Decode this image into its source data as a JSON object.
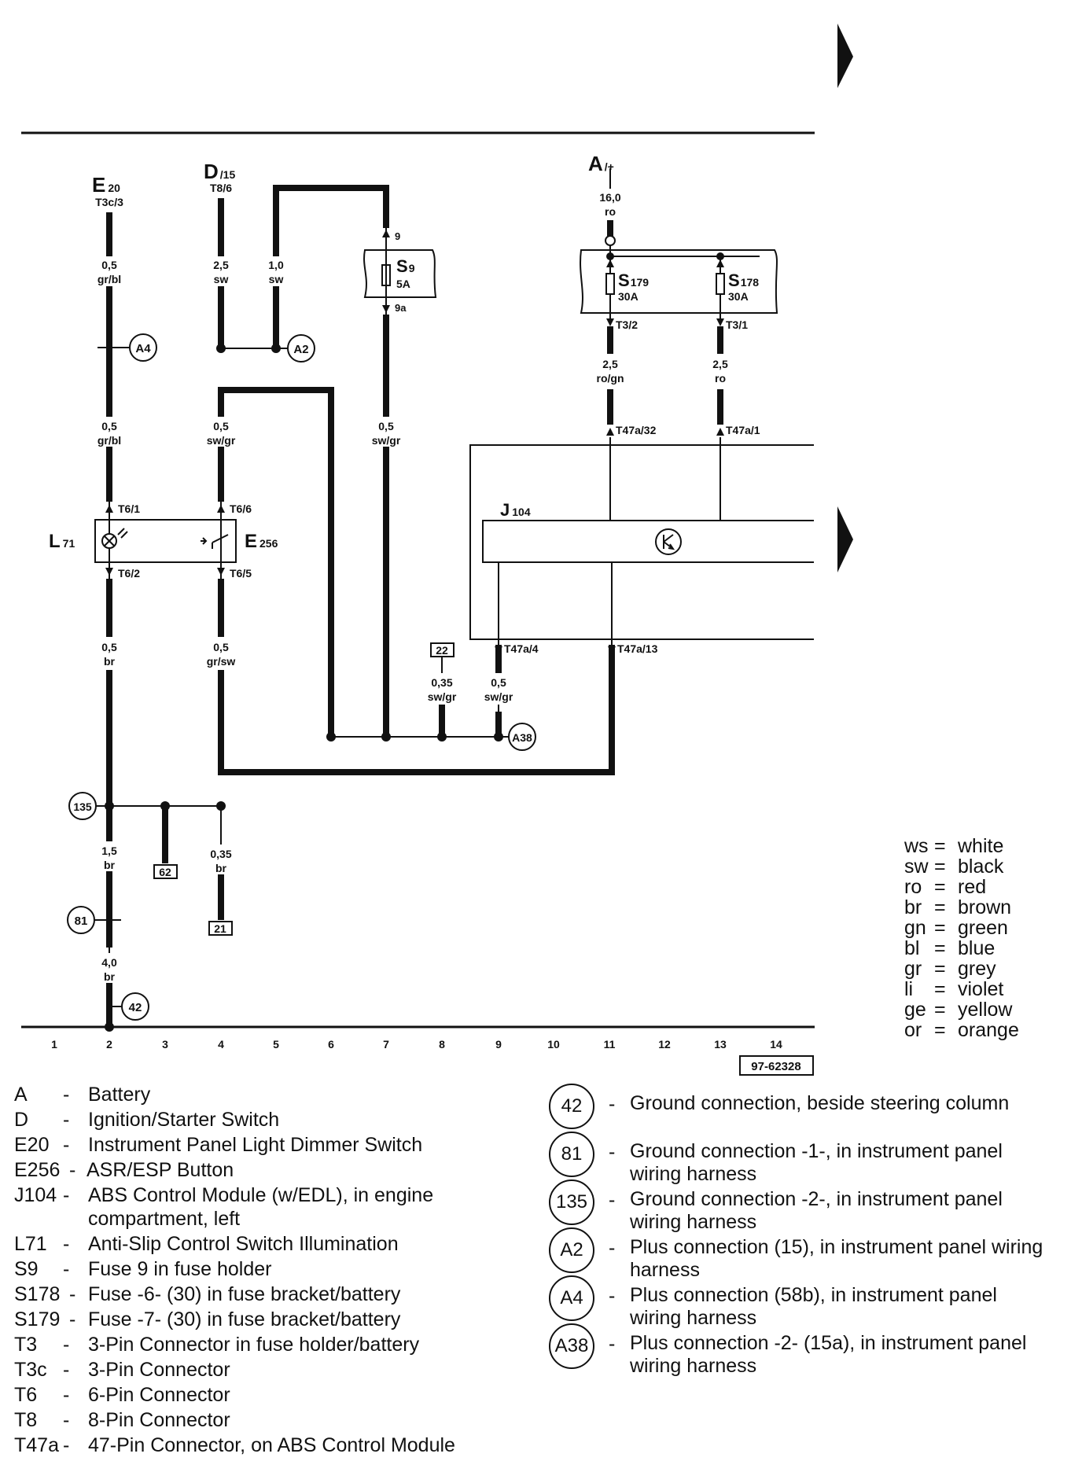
{
  "diagram": {
    "components": {
      "E20": {
        "main": "E",
        "sub": "20",
        "pin": "T3c/3"
      },
      "D": {
        "main": "D",
        "sub": "/15",
        "pin": "T8/6"
      },
      "A": {
        "main": "A",
        "sub": "/+"
      },
      "S9": {
        "main": "S",
        "sub": "9",
        "rating": "5A",
        "pin_in": "9",
        "pin_out": "9a"
      },
      "S179": {
        "main": "S",
        "sub": "179",
        "rating": "30A"
      },
      "S178": {
        "main": "S",
        "sub": "178",
        "rating": "30A"
      },
      "J104": {
        "main": "J",
        "sub": "104"
      },
      "L71": {
        "main": "L",
        "sub": "71"
      },
      "E256": {
        "main": "E",
        "sub": "256"
      }
    },
    "wires": [
      {
        "id": "w1",
        "size": "0,5",
        "color": "gr/bl"
      },
      {
        "id": "w2",
        "size": "2,5",
        "color": "sw"
      },
      {
        "id": "w3",
        "size": "1,0",
        "color": "sw"
      },
      {
        "id": "w4",
        "size": "16,0",
        "color": "ro"
      },
      {
        "id": "w5",
        "size": "0,5",
        "color": "gr/bl"
      },
      {
        "id": "w6",
        "size": "0,5",
        "color": "sw/gr"
      },
      {
        "id": "w7",
        "size": "0,5",
        "color": "sw/gr"
      },
      {
        "id": "w8",
        "size": "2,5",
        "color": "ro/gn"
      },
      {
        "id": "w9",
        "size": "2,5",
        "color": "ro"
      },
      {
        "id": "w10",
        "size": "0,5",
        "color": "br"
      },
      {
        "id": "w11",
        "size": "0,5",
        "color": "gr/sw"
      },
      {
        "id": "w12",
        "size": "0,35",
        "color": "sw/gr"
      },
      {
        "id": "w13",
        "size": "0,5",
        "color": "sw/gr"
      },
      {
        "id": "w14",
        "size": "1,5",
        "color": "br"
      },
      {
        "id": "w15",
        "size": "0,35",
        "color": "br"
      },
      {
        "id": "w16",
        "size": "4,0",
        "color": "br"
      }
    ],
    "pins": {
      "t3_2": "T3/2",
      "t3_1": "T3/1",
      "t47a_32": "T47a/32",
      "t47a_1": "T47a/1",
      "t6_1": "T6/1",
      "t6_6": "T6/6",
      "t6_2": "T6/2",
      "t6_5": "T6/5",
      "t47a_4": "T47a/4",
      "t47a_13": "T47a/13"
    },
    "connections": {
      "a4": "A4",
      "a2": "A2",
      "a38": "A38",
      "g135": "135",
      "g81": "81",
      "g42": "42"
    },
    "refs": {
      "r22": "22",
      "r62": "62",
      "r21": "21"
    },
    "tracks": [
      "1",
      "2",
      "3",
      "4",
      "5",
      "6",
      "7",
      "8",
      "9",
      "10",
      "11",
      "12",
      "13",
      "14"
    ],
    "figure_id": "97-62328"
  },
  "color_key": [
    {
      "code": "ws",
      "name": "white"
    },
    {
      "code": "sw",
      "name": "black"
    },
    {
      "code": "ro",
      "name": "red"
    },
    {
      "code": "br",
      "name": "brown"
    },
    {
      "code": "gn",
      "name": "green"
    },
    {
      "code": "bl",
      "name": "blue"
    },
    {
      "code": "gr",
      "name": "grey"
    },
    {
      "code": "li",
      "name": "violet"
    },
    {
      "code": "ge",
      "name": "yellow"
    },
    {
      "code": "or",
      "name": "orange"
    }
  ],
  "legend": [
    {
      "code": "A",
      "desc": "Battery"
    },
    {
      "code": "D",
      "desc": "Ignition/Starter Switch"
    },
    {
      "code": "E20",
      "desc": "Instrument Panel Light Dimmer Switch"
    },
    {
      "code": "E256",
      "desc": "ASR/ESP Button"
    },
    {
      "code": "J104",
      "desc": "ABS Control Module (w/EDL), in engine",
      "desc2": "compartment, left"
    },
    {
      "code": "L71",
      "desc": "Anti-Slip Control Switch Illumination"
    },
    {
      "code": "S9",
      "desc": "Fuse 9 in fuse holder"
    },
    {
      "code": "S178",
      "desc": "Fuse -6- (30) in fuse bracket/battery"
    },
    {
      "code": "S179",
      "desc": "Fuse -7- (30) in fuse bracket/battery"
    },
    {
      "code": "T3",
      "desc": "3-Pin Connector in fuse holder/battery"
    },
    {
      "code": "T3c",
      "desc": "3-Pin Connector"
    },
    {
      "code": "T6",
      "desc": "6-Pin Connector"
    },
    {
      "code": "T8",
      "desc": "8-Pin Connector"
    },
    {
      "code": "T47a",
      "desc": "47-Pin Connector, on ABS Control Module"
    }
  ],
  "ground_legend": [
    {
      "code": "42",
      "desc": "Ground connection, beside steering column",
      "desc2": ""
    },
    {
      "code": "81",
      "desc": "Ground connection -1-, in instrument panel",
      "desc2": "wiring harness"
    },
    {
      "code": "135",
      "desc": "Ground connection -2-, in instrument panel",
      "desc2": "wiring harness"
    },
    {
      "code": "A2",
      "desc": "Plus connection (15), in instrument panel wiring",
      "desc2": "harness"
    },
    {
      "code": "A4",
      "desc": "Plus connection (58b), in instrument panel",
      "desc2": "wiring harness"
    },
    {
      "code": "A38",
      "desc": "Plus connection -2- (15a), in instrument panel",
      "desc2": "wiring harness"
    }
  ]
}
